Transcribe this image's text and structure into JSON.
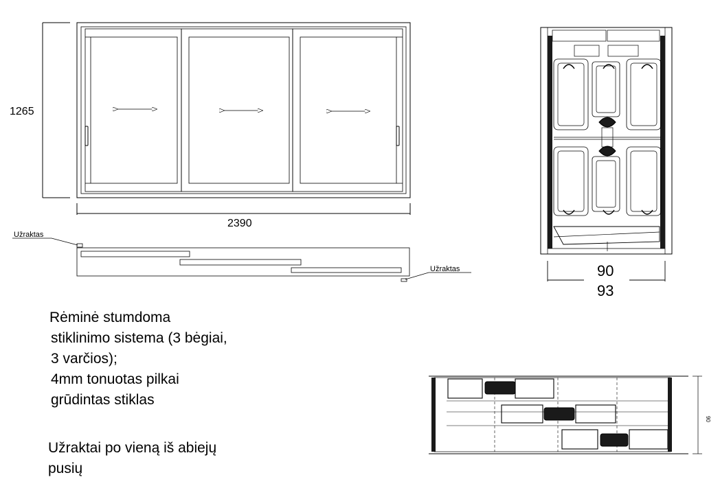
{
  "drawing": {
    "elevation": {
      "height_label": "1265",
      "width_label": "2390"
    },
    "plan": {
      "lock_label_left": "Užraktas",
      "lock_label_right": "Užraktas"
    },
    "section_vertical": {
      "inner_label": "90",
      "outer_label": "93"
    },
    "section_horizontal": {
      "side_label": "90"
    }
  },
  "description": {
    "lines": [
      "Rėminė stumdoma",
      "stiklinimo sistema (3 bėgiai,",
      "3 varčios);",
      "4mm tonuotas pilkai",
      "grūdintas stiklas"
    ],
    "note_lines": [
      "Užraktai po vieną iš abiejų",
      "pusių"
    ]
  }
}
